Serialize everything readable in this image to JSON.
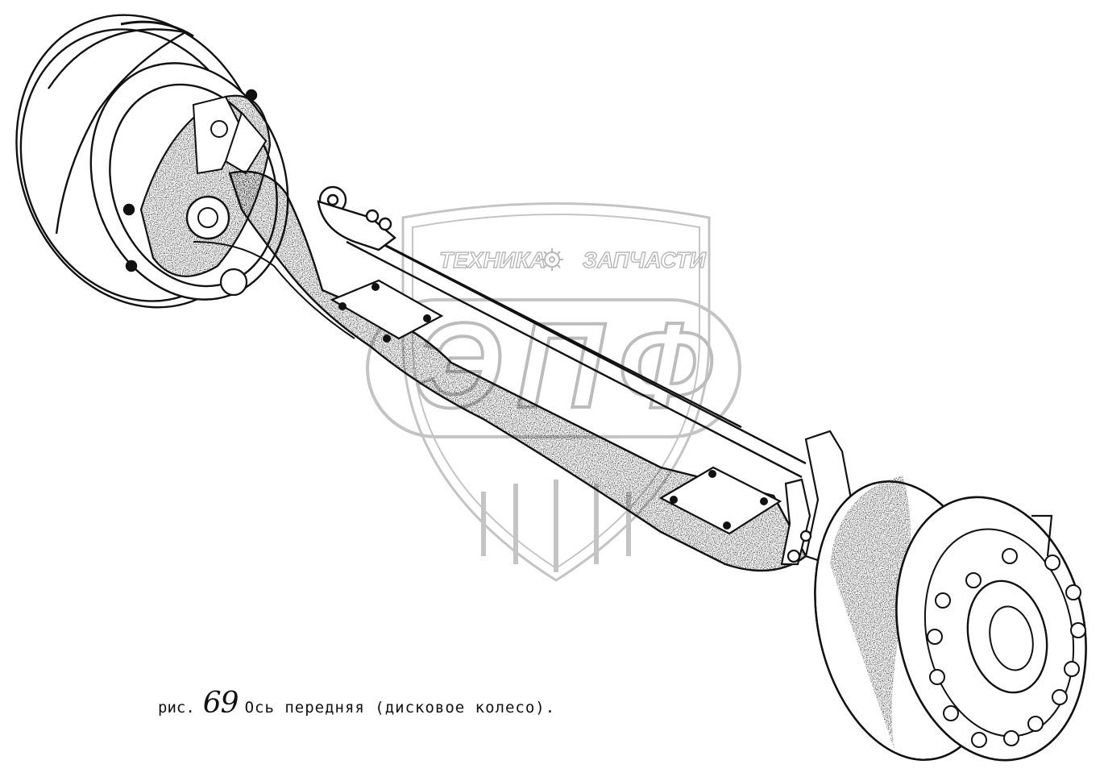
{
  "watermark": {
    "left_word": "ТЕХНИКА",
    "right_word": "ЗАПЧАСТИ",
    "logo_letters": "ЭПФ",
    "color": "#bdbdbd"
  },
  "figure": {
    "prefix": "рис.",
    "number": "69",
    "title": "Ось передняя (дисковое колесо)."
  },
  "colors": {
    "ink": "#111111",
    "background": "#ffffff"
  }
}
